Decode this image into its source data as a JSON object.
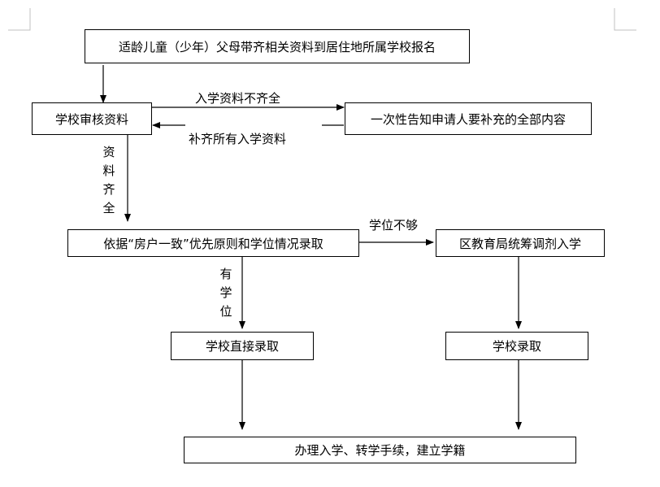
{
  "flowchart": {
    "step_apply": "适龄儿童（少年）父母带齐相关资料到居住地所属学校报名",
    "step_review": "学校审核资料",
    "step_notify": "一次性告知申请人要补充的全部内容",
    "label_incomplete": "入学资料不齐全",
    "label_supplement": "补齐所有入学资料",
    "label_complete": [
      "资",
      "料",
      "齐",
      "全"
    ],
    "step_admit_rule": "依据“房户一致”优先原则和学位情况录取",
    "label_insufficient": "学位不够",
    "step_district": "区教育局统筹调剂入学",
    "label_has_seat": [
      "有",
      "学",
      "位"
    ],
    "step_direct_admit": "学校直接录取",
    "step_school_admit": "学校录取",
    "step_final": "办理入学、转学手续，建立学籍"
  },
  "colors": {
    "line": "#000000",
    "page_corner": "#c0c0c0"
  }
}
